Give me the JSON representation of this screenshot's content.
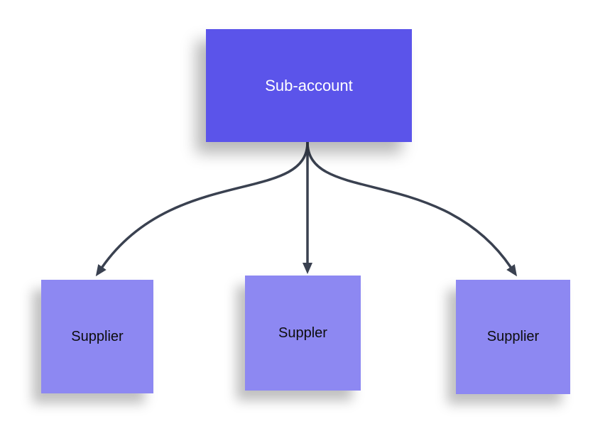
{
  "diagram": {
    "root": {
      "label": "Sub-account"
    },
    "children": [
      {
        "label": "Supplier"
      },
      {
        "label": "Suppler"
      },
      {
        "label": "Supplier"
      }
    ],
    "colors": {
      "root_fill": "#5B54EA",
      "root_text": "#FFFFFF",
      "child_fill": "#8D88F2",
      "child_text": "#0D0D0D",
      "arrow": "#3A4150",
      "background": "#FFFFFF"
    }
  }
}
